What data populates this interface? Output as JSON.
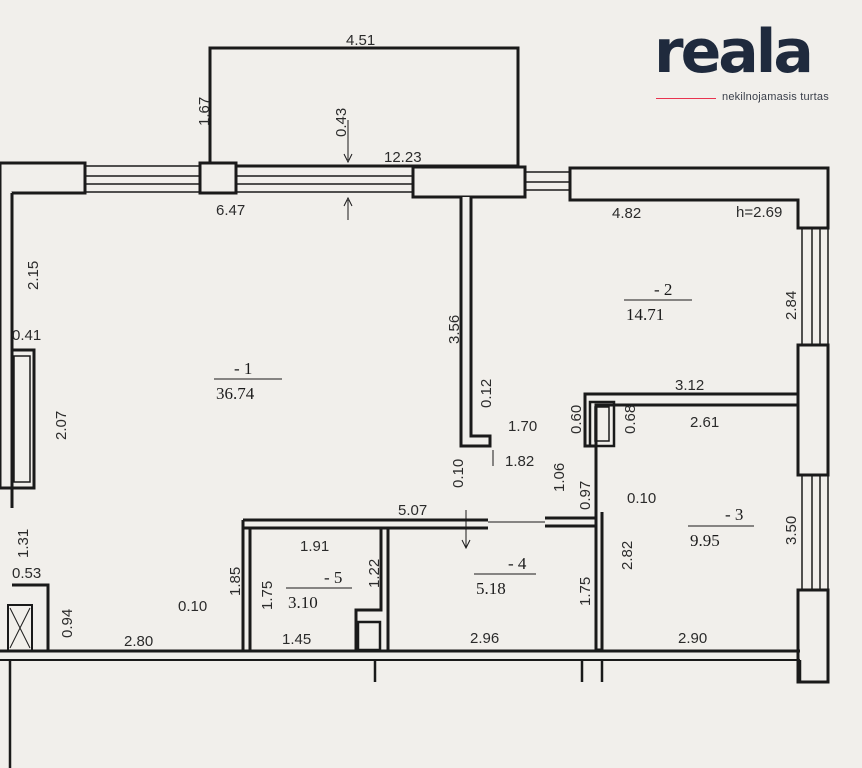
{
  "brand": {
    "name": "reala",
    "tagline": "nekilnojamasis turtas",
    "colors": {
      "dark": "#1f2a3d",
      "accent": "#e8334f"
    }
  },
  "plan": {
    "ceiling_height": "h=2.69",
    "rooms": [
      {
        "number": "- 1",
        "area": "36.74"
      },
      {
        "number": "- 2",
        "area": "14.71"
      },
      {
        "number": "- 3",
        "area": "9.95"
      },
      {
        "number": "- 4",
        "area": "5.18"
      },
      {
        "number": "- 5",
        "area": "3.10"
      }
    ],
    "dimensions": {
      "d451": "4.51",
      "d167": "1.67",
      "d043": "0.43",
      "d1223": "12.23",
      "d647": "6.47",
      "d482": "4.82",
      "d215": "2.15",
      "d041": "0.41",
      "d207": "2.07",
      "d356": "3.56",
      "d284": "2.84",
      "d012": "0.12",
      "d170": "1.70",
      "d060": "0.60",
      "d068": "0.68",
      "d312": "3.12",
      "d261": "2.61",
      "d182": "1.82",
      "d010a": "0.10",
      "d106": "1.06",
      "d097": "0.97",
      "d010b": "0.10",
      "d507": "5.07",
      "d131": "1.31",
      "d191": "1.91",
      "d122": "1.22",
      "d185": "1.85",
      "d175a": "1.75",
      "d282": "2.82",
      "d350": "3.50",
      "d053": "0.53",
      "d175b": "1.75",
      "d094": "0.94",
      "d010c": "0.10",
      "d280": "2.80",
      "d145": "1.45",
      "d296": "2.96",
      "d290": "2.90"
    }
  }
}
